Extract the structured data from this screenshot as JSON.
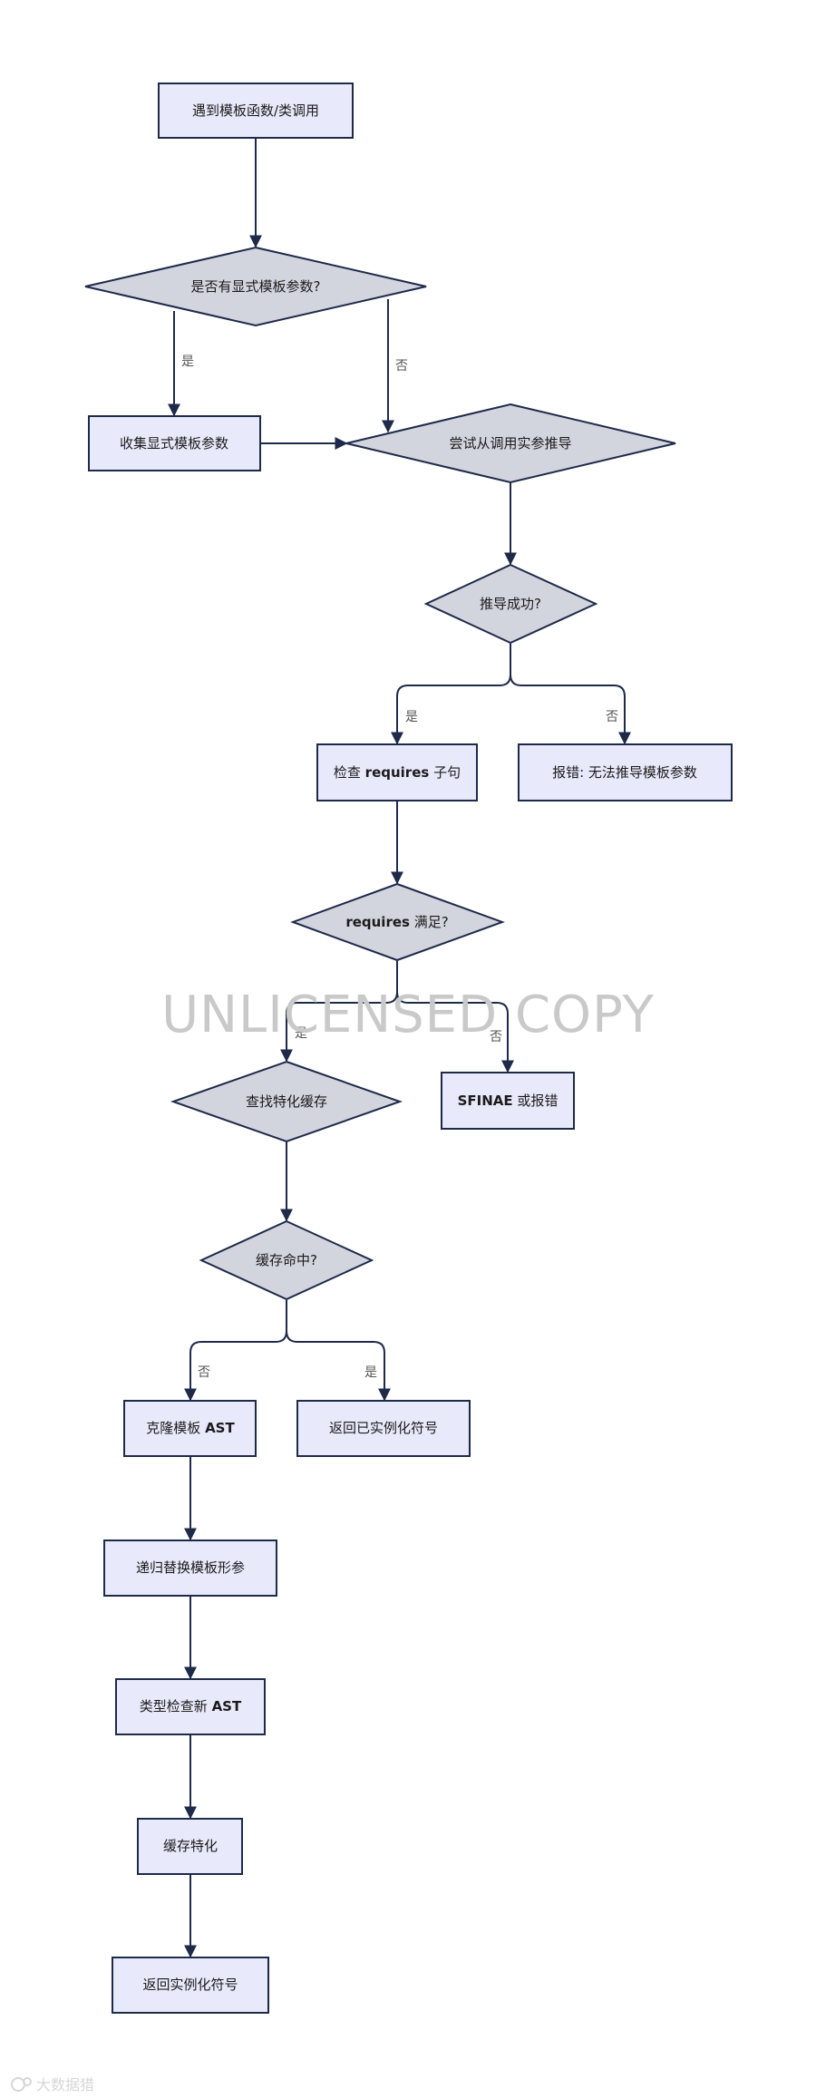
{
  "nodes": {
    "start": "遇到模板函数/类调用",
    "has_explicit": "是否有显式模板参数?",
    "collect": "收集显式模板参数",
    "deduce": "尝试从调用实参推导",
    "deduce_ok": "推导成功?",
    "check_requires": {
      "pre": "检查 ",
      "keyword": "requires",
      "post": " 子句"
    },
    "deduce_error": "报错: 无法推导模板参数",
    "requires_ok": {
      "keyword": "requires",
      "post": " 满足?"
    },
    "lookup_cache": "查找特化缓存",
    "sfinae": {
      "keyword": "SFINAE",
      "post": " 或报错"
    },
    "cache_hit": "缓存命中?",
    "clone_ast": {
      "pre": "克隆模板 ",
      "keyword": "AST"
    },
    "return_existing": "返回已实例化符号",
    "substitute": "递归替换模板形参",
    "typecheck": {
      "pre": "类型检查新 ",
      "keyword": "AST"
    },
    "cache_spec": "缓存特化",
    "return_inst": "返回实例化符号"
  },
  "edge_labels": {
    "explicit_yes": "是",
    "explicit_no": "否",
    "deduce_yes": "是",
    "deduce_no": "否",
    "requires_yes": "是",
    "requires_no": "否",
    "hit_no": "否",
    "hit_yes": "是"
  },
  "watermark": "UNLICENSED COPY",
  "logo": {
    "text": "大数据猎"
  },
  "colors": {
    "rect_fill": "#e8eafb",
    "diamond_fill": "#d3d5de",
    "stroke": "#1e2a4a"
  }
}
